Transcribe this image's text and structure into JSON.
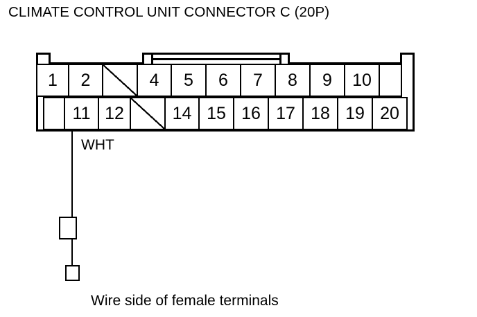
{
  "title": "CLIMATE CONTROL UNIT CONNECTOR C (20P)",
  "caption": "Wire side of female terminals",
  "connector": {
    "name": "CLIMATE CONTROL UNIT CONNECTOR C",
    "pin_count": "20P",
    "outline_color": "#000000",
    "fill_color": "#ffffff",
    "top_row": [
      {
        "label": "1",
        "blank": false,
        "slash": false,
        "width": 48
      },
      {
        "label": "2",
        "blank": false,
        "slash": false,
        "width": 51
      },
      {
        "label": "",
        "blank": true,
        "slash": true,
        "width": 52
      },
      {
        "label": "4",
        "blank": false,
        "slash": false,
        "width": 51
      },
      {
        "label": "5",
        "blank": false,
        "slash": false,
        "width": 52
      },
      {
        "label": "6",
        "blank": false,
        "slash": false,
        "width": 52
      },
      {
        "label": "7",
        "blank": false,
        "slash": false,
        "width": 52
      },
      {
        "label": "8",
        "blank": false,
        "slash": false,
        "width": 52
      },
      {
        "label": "9",
        "blank": false,
        "slash": false,
        "width": 52
      },
      {
        "label": "10",
        "blank": false,
        "slash": false,
        "width": 52
      },
      {
        "label": "",
        "blank": true,
        "slash": false,
        "width": 34
      }
    ],
    "bottom_row": [
      {
        "label": "",
        "blank": true,
        "slash": false,
        "width": 32
      },
      {
        "label": "11",
        "blank": false,
        "slash": false,
        "width": 51
      },
      {
        "label": "12",
        "blank": false,
        "slash": false,
        "width": 48
      },
      {
        "label": "",
        "blank": true,
        "slash": true,
        "width": 52
      },
      {
        "label": "14",
        "blank": false,
        "slash": false,
        "width": 51
      },
      {
        "label": "15",
        "blank": false,
        "slash": false,
        "width": 52
      },
      {
        "label": "16",
        "blank": false,
        "slash": false,
        "width": 52
      },
      {
        "label": "17",
        "blank": false,
        "slash": false,
        "width": 52
      },
      {
        "label": "18",
        "blank": false,
        "slash": false,
        "width": 52
      },
      {
        "label": "19",
        "blank": false,
        "slash": false,
        "width": 52
      },
      {
        "label": "20",
        "blank": false,
        "slash": false,
        "width": 52
      }
    ]
  },
  "wire": {
    "color_code": "WHT",
    "from_pin": "11"
  }
}
